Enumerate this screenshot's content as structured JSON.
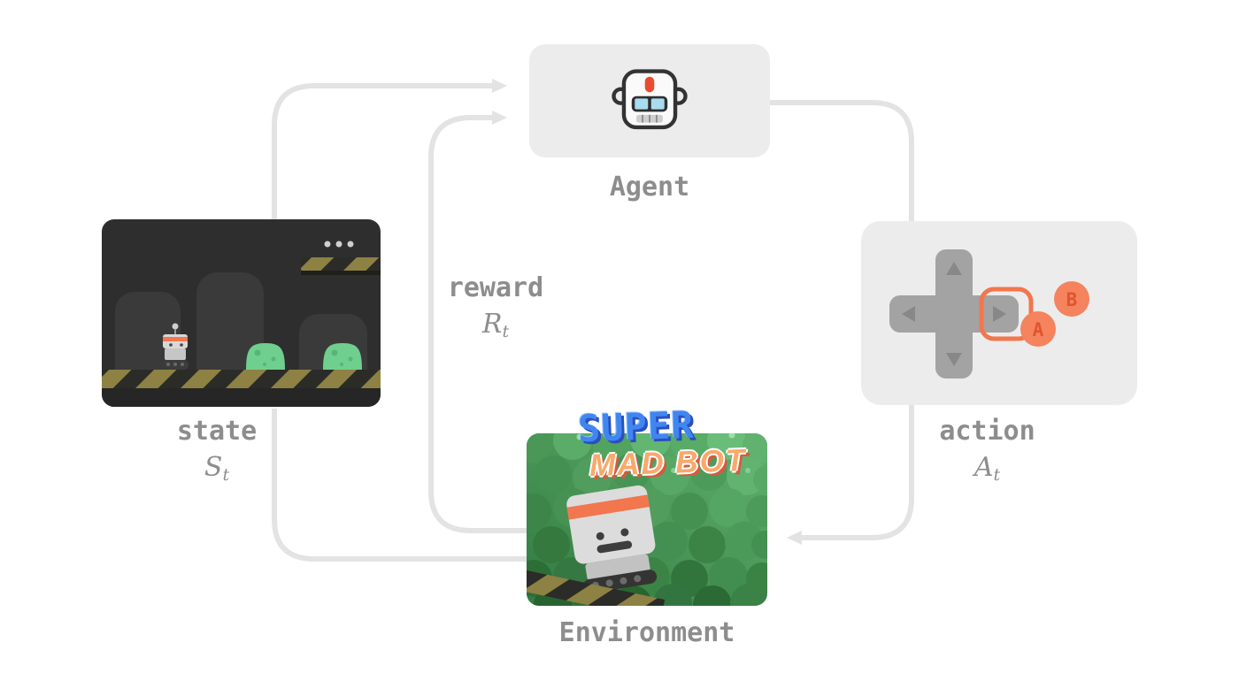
{
  "nodes": {
    "agent": {
      "label": "Agent"
    },
    "environment": {
      "label": "Environment"
    },
    "state": {
      "label": "state",
      "symbol": "S",
      "sub": "t"
    },
    "action": {
      "label": "action",
      "symbol": "A",
      "sub": "t"
    },
    "reward": {
      "label": "reward",
      "symbol": "R",
      "sub": "t"
    }
  },
  "game_cover": {
    "title_top": "SUPER",
    "title_bottom": "MAD BOT"
  },
  "gamepad": {
    "button_a": "A",
    "button_b": "B"
  },
  "icons": {
    "agent": "robot-head-icon",
    "action": "gamepad-icon",
    "state": "platformer-screenshot",
    "environment": "game-cover-art"
  },
  "colors": {
    "background": "#ffffff",
    "node_fill": "#ececec",
    "arrow": "#e3e3e3",
    "label": "#8d8d8d",
    "accent_orange": "#f2764e",
    "slime_green": "#6fcf8e",
    "game_dark": "#2e2e2e",
    "hazard_olive": "#8d8143",
    "title_blue": "#4186f0",
    "title_orange": "#f8a96b"
  }
}
